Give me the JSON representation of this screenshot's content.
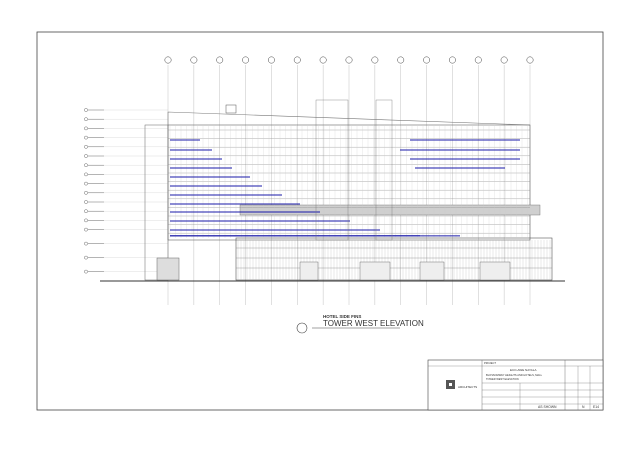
{
  "drawing": {
    "caption_small": "HOTEL SIDE FINS",
    "caption_large": "TOWER WEST ELEVATION",
    "grid_bubble_count": 15,
    "level_count": 17,
    "accent_color": "#1a1aa8"
  },
  "title_block": {
    "project_label": "PROJECT",
    "project_name": "ECO-AWE NAYALA",
    "drawing_title_1": "BLOSSOMWAY HEIGHTS AND HOTELS, MALL",
    "drawing_title_2": "TOWER WEST ELEVATION",
    "firm_name": "ARCHITECTS",
    "scale": "AS SHOWN",
    "sheet_letter": "N",
    "sheet_number": "E14"
  }
}
